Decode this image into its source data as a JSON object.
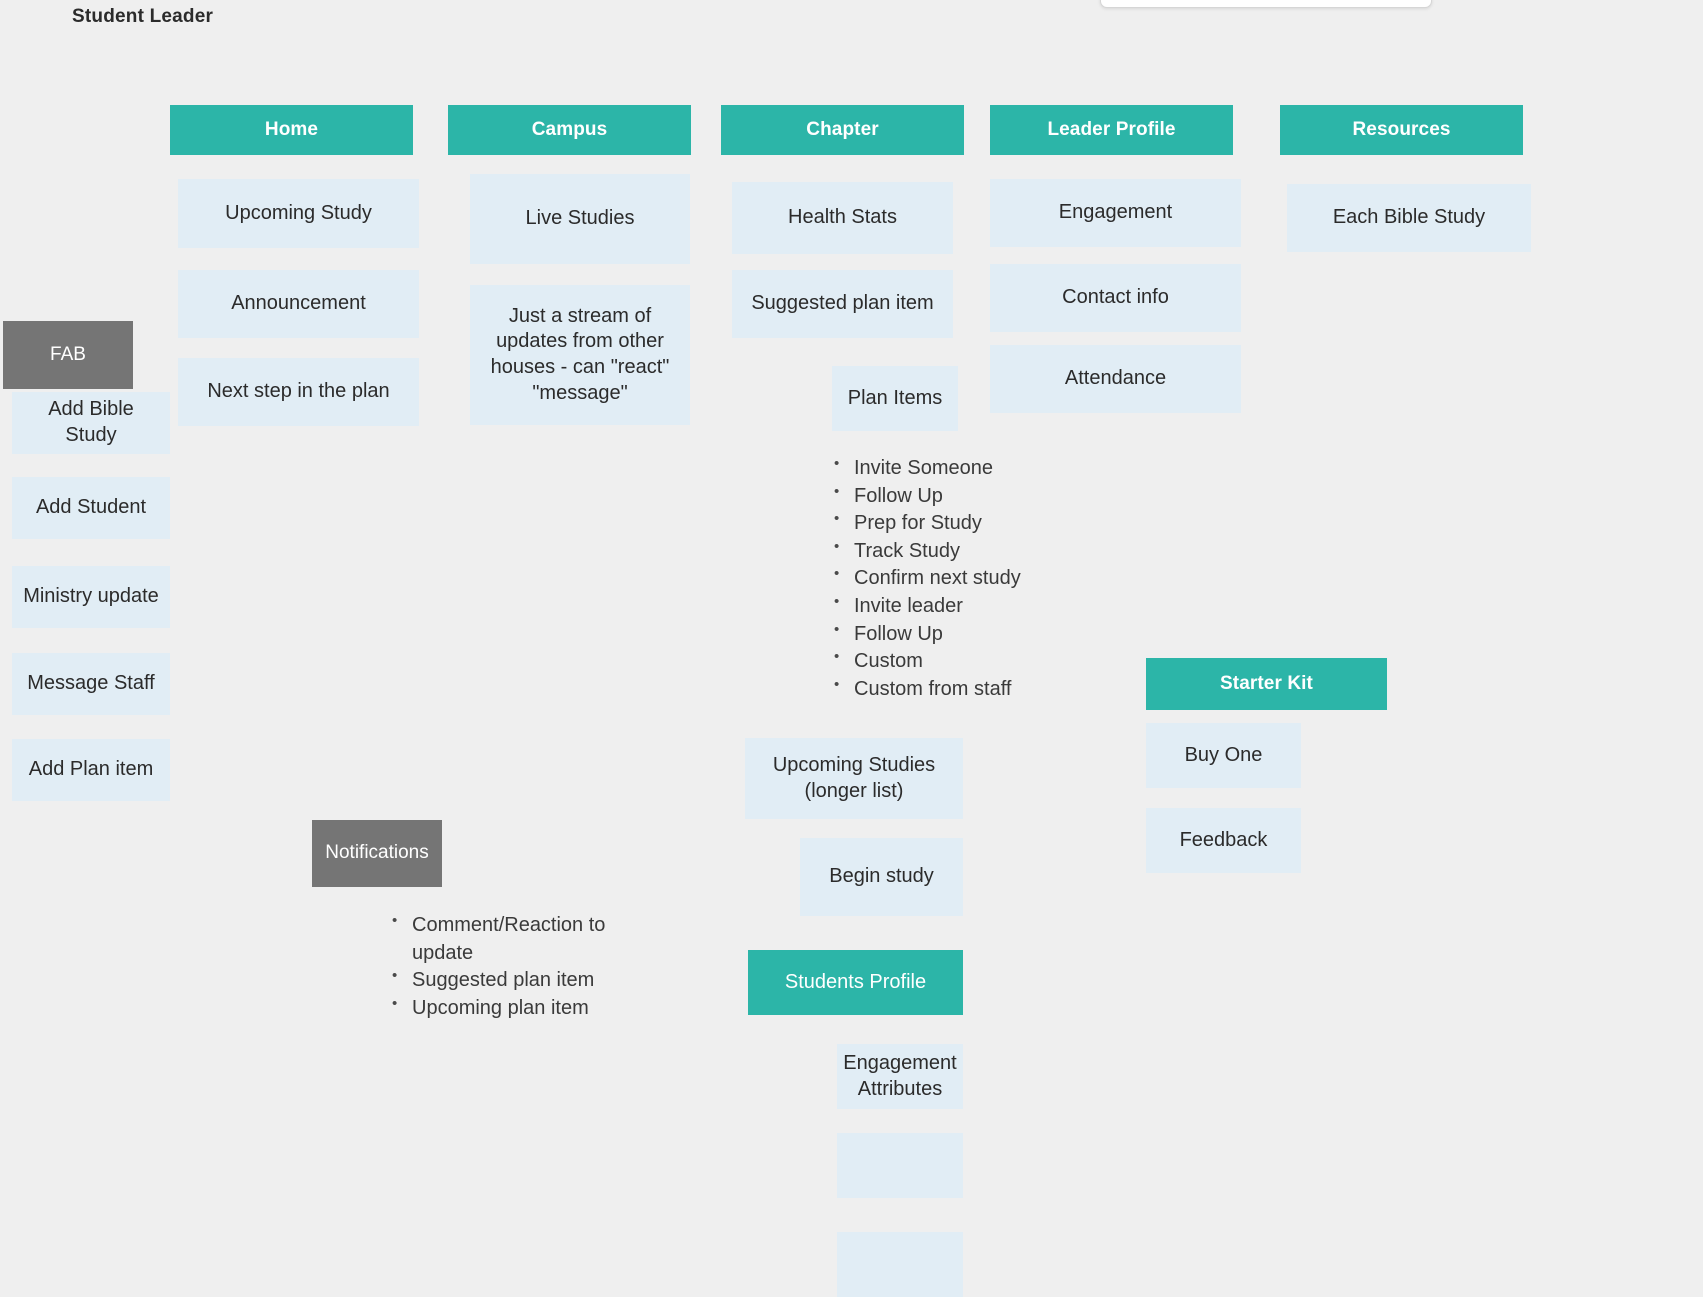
{
  "page": {
    "title": "Student Leader",
    "background_color": "#efefef",
    "accent_color": "#2cb5a8",
    "node_color": "#e1edf5",
    "gray_color": "#757575"
  },
  "top_panel": {
    "label": ""
  },
  "columns": [
    {
      "header": "Home",
      "items": [
        "Upcoming Study",
        "Announcement",
        "Next step in the plan"
      ]
    },
    {
      "header": "Campus",
      "items": [
        "Live Studies",
        "Just a stream of updates from other houses - can \"react\" \"message\""
      ]
    },
    {
      "header": "Chapter",
      "items": [
        "Health Stats",
        "Suggested plan item",
        "Plan Items"
      ]
    },
    {
      "header": "Leader Profile",
      "items": [
        "Engagement",
        "Contact info",
        "Attendance"
      ]
    },
    {
      "header": "Resources",
      "items": [
        "Each Bible Study"
      ]
    }
  ],
  "fab": {
    "header": "FAB",
    "items": [
      "Add Bible Study",
      "Add Student",
      "Ministry update",
      "Message Staff",
      "Add Plan item"
    ]
  },
  "notifications": {
    "header": "Notifications",
    "items": [
      "Comment/Reaction to update",
      "Suggested plan item",
      "Upcoming plan item"
    ]
  },
  "chapter_actions": [
    "Invite Someone",
    "Follow Up",
    "Prep for Study",
    "Track Study",
    "Confirm next study",
    "Invite leader",
    "Follow Up",
    "Custom",
    "Custom from staff"
  ],
  "chapter_lower": {
    "upcoming_studies": "Upcoming Studies\n(longer list)",
    "upcoming_studies_line1": "Upcoming Studies",
    "upcoming_studies_line2": "(longer list)",
    "begin_study": "Begin study",
    "students_profile": "Students Profile",
    "engagement_attributes_line1": "Engagement",
    "engagement_attributes_line2": "Attributes"
  },
  "starter_kit": {
    "header": "Starter Kit",
    "items": [
      "Buy One",
      "Feedback"
    ]
  }
}
